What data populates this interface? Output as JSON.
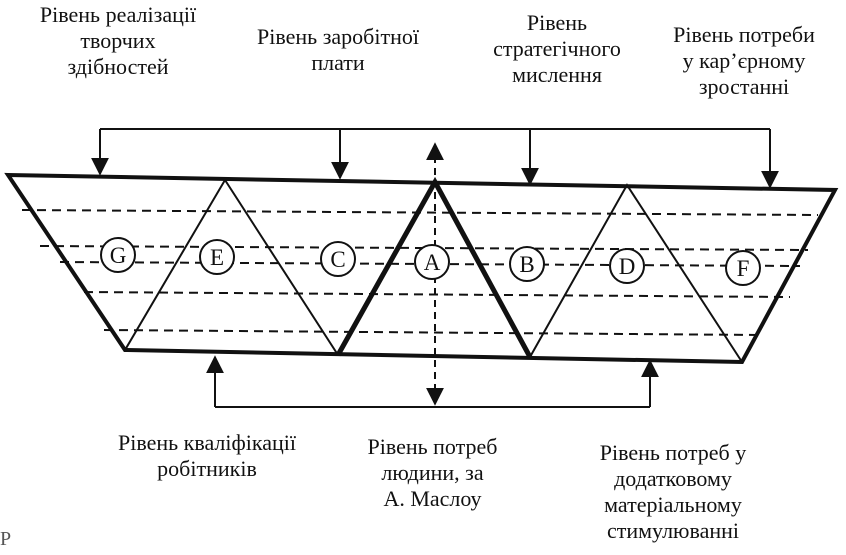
{
  "top_labels": {
    "creative": [
      "Рівень реалізації",
      "творчих",
      "здібностей"
    ],
    "salary": [
      "Рівень заробітної",
      "плати"
    ],
    "strategic": [
      "Рівень",
      "стратегічного",
      "мислення"
    ],
    "career": [
      "Рівень потреби",
      "у кар’єрному",
      "зростанні"
    ]
  },
  "bottom_labels": {
    "qualification": [
      "Рівень кваліфікації",
      "робітників"
    ],
    "maslow": [
      "Рівень потреб",
      "людини, за",
      "А. Маслоу"
    ],
    "material": [
      "Рівень потреб у",
      "додатковому",
      "матеріальному",
      "стимулюванні"
    ]
  },
  "nodes": [
    "G",
    "E",
    "C",
    "A",
    "B",
    "D",
    "F"
  ],
  "corner_text": "Р"
}
